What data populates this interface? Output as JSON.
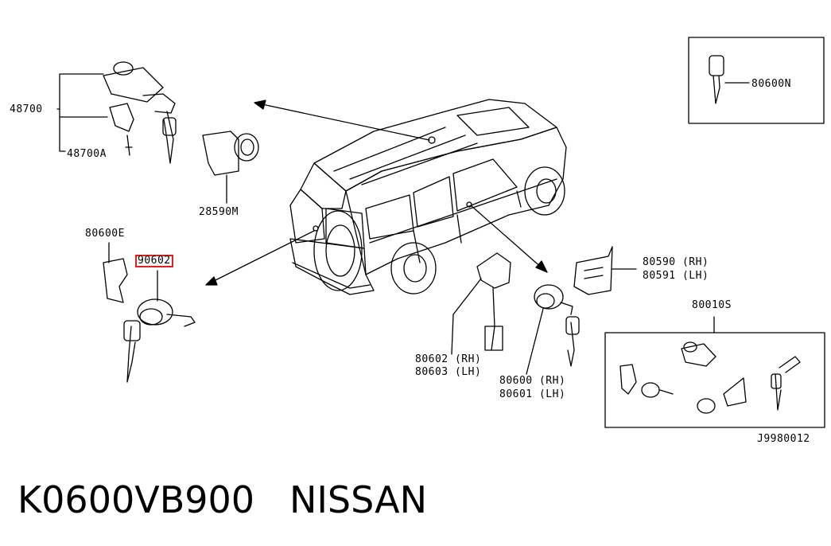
{
  "labels": {
    "p48700": "48700",
    "p48700a": "48700A",
    "p28590m": "28590M",
    "p80600e": "80600E",
    "p90602": "90602",
    "p80600n": "80600N",
    "p80590": "80590 (RH)",
    "p80591": "80591 (LH)",
    "p80010s": "80010S",
    "p80602": "80602 (RH)",
    "p80603": "80603 (LH)",
    "p80600": "80600 (RH)",
    "p80601": "80601 (LH)",
    "drawing_code": "J9980012"
  },
  "footer": {
    "part_number": "K0600VB900",
    "brand": "NISSAN"
  },
  "colors": {
    "line": "#000000",
    "highlight_box": "#e02020",
    "background": "#ffffff"
  }
}
